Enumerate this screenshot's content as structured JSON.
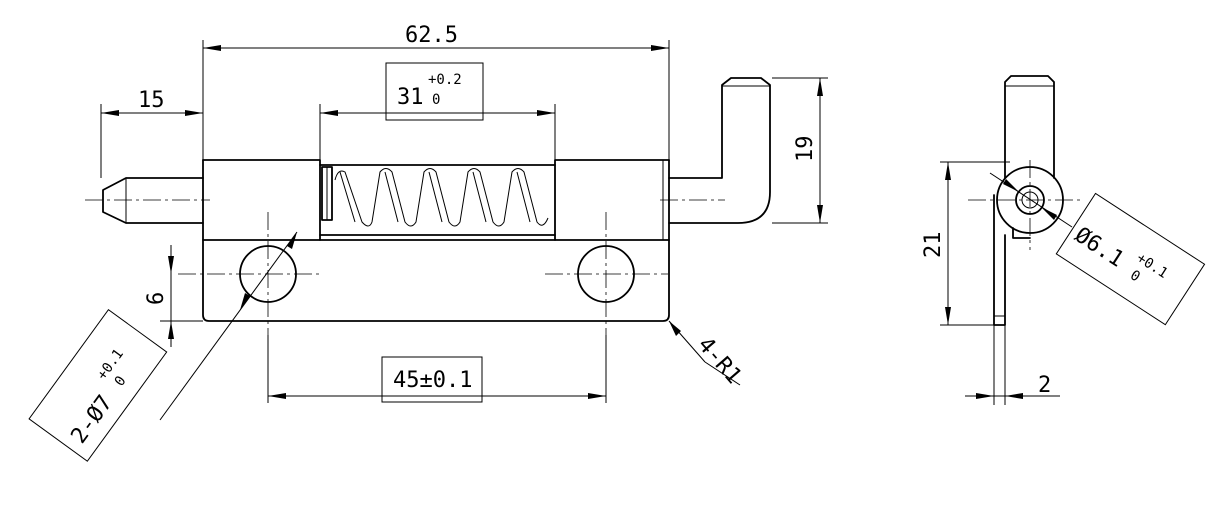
{
  "front_view": {
    "dim_overall_length": "62.5",
    "dim_pin_protrusion": "15",
    "dim_spring_slot": "31",
    "dim_spring_slot_tol_upper": "+0.2",
    "dim_spring_slot_tol_lower": "0",
    "dim_hole_offset": "6",
    "dim_hole_spacing": "45±0.1",
    "dim_handle_height": "19",
    "label_corner_radius": "4-R1",
    "label_holes_prefix": "2-Ø7",
    "label_holes_tol_upper": "+0.1",
    "label_holes_tol_lower": "0"
  },
  "side_view": {
    "dim_height": "21",
    "dim_thickness": "2",
    "label_pin_dia": "Ø6.1",
    "label_pin_dia_tol_upper": "+0.1",
    "label_pin_dia_tol_lower": "0"
  }
}
